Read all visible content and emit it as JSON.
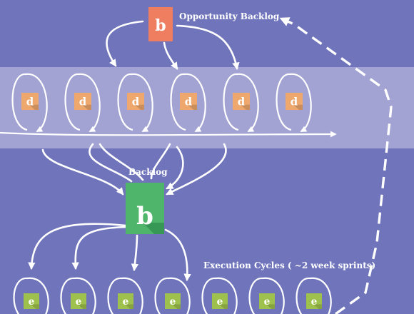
{
  "colors": {
    "background": "#6f74bb",
    "band": "#a2a3d3",
    "opportunity_icon": "#ee7e5f",
    "discovery_icon": "#eea76d",
    "backlog_icon": "#4fb56b",
    "execution_icon": "#9ec04c",
    "arrows": "#ffffff"
  },
  "opportunity_backlog": {
    "title": "Opportunity Backlog",
    "icon_letter": "b",
    "icon": "opportunity-backlog-icon"
  },
  "discovery": {
    "icon_letter": "d",
    "count": 6,
    "icon": "discovery-icon"
  },
  "backlog": {
    "title": "Backlog",
    "icon_letter": "b",
    "icon": "product-backlog-icon"
  },
  "execution": {
    "title": "Execution Cycles (  ~2 week sprints)",
    "icon_letter": "e",
    "count": 7,
    "icon": "execution-icon"
  }
}
